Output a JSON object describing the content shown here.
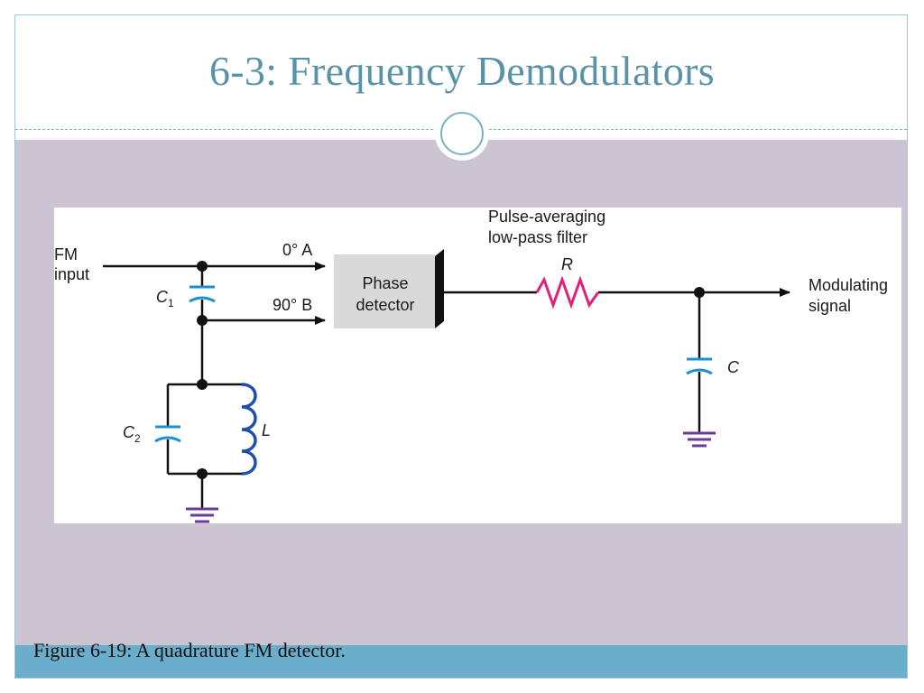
{
  "slide": {
    "title": "6-3: Frequency Demodulators",
    "caption": "Figure 6-19: A quadrature FM detector."
  },
  "diagram": {
    "labels": {
      "fm_line1": "FM",
      "fm_line2": "input",
      "c1_letter": "C",
      "c1_sub": "1",
      "c2_letter": "C",
      "c2_sub": "2",
      "inductor": "L",
      "angle_a": "0° A",
      "angle_b": "90° B",
      "phase_line1": "Phase",
      "phase_line2": "detector",
      "filter_line1": "Pulse-averaging",
      "filter_line2": "low-pass filter",
      "resistor": "R",
      "capacitor": "C",
      "output_line1": "Modulating",
      "output_line2": "signal"
    },
    "colors": {
      "wire": "#111111",
      "capacitor": "#1e8fd6",
      "inductor": "#1f4fa8",
      "resistor": "#e0207a",
      "ground": "#6b3b96",
      "detector_fill": "#d9d9d9",
      "detector_shadow": "#111111"
    }
  }
}
